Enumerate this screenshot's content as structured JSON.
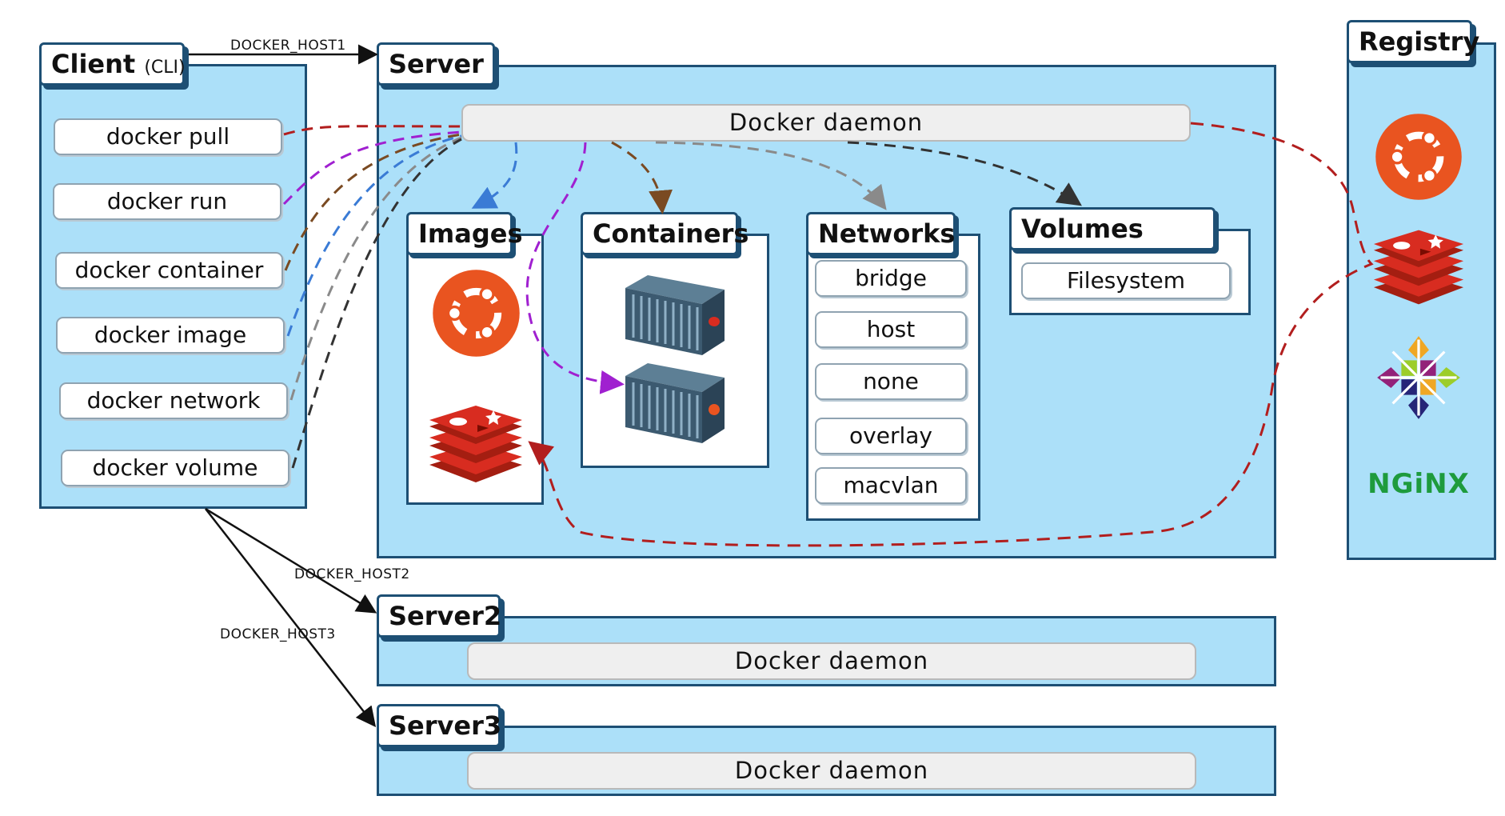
{
  "client": {
    "title": "Client",
    "subtitle": "(CLI)",
    "commands": [
      "docker pull",
      "docker run",
      "docker container",
      "docker image",
      "docker network",
      "docker volume"
    ]
  },
  "connections": {
    "host1": "DOCKER_HOST1",
    "host2": "DOCKER_HOST2",
    "host3": "DOCKER_HOST3"
  },
  "server": {
    "title": "Server",
    "daemon": "Docker daemon",
    "images": {
      "title": "Images",
      "icons": [
        "ubuntu-logo-icon",
        "redis-logo-icon"
      ]
    },
    "containers": {
      "title": "Containers",
      "icons": [
        "container-icon",
        "container-icon"
      ]
    },
    "networks": {
      "title": "Networks",
      "items": [
        "bridge",
        "host",
        "none",
        "overlay",
        "macvlan"
      ]
    },
    "volumes": {
      "title": "Volumes",
      "items": [
        "Filesystem"
      ]
    }
  },
  "server2": {
    "title": "Server2",
    "daemon": "Docker daemon"
  },
  "server3": {
    "title": "Server3",
    "daemon": "Docker daemon"
  },
  "registry": {
    "title": "Registry",
    "icons": [
      "ubuntu-logo-icon",
      "redis-logo-icon",
      "centos-logo-icon",
      "nginx-logo-icon"
    ],
    "nginx_text": "NGiNX"
  },
  "colors": {
    "panel": "#ace0f9",
    "border": "#1d4f74",
    "ubuntu": "#e95420",
    "redis": "#d82c20",
    "nginx": "#1e9b3d",
    "pull_arrow": "#b21e1e",
    "run_arrow": "#a020d0",
    "container_arrow": "#7a4a22",
    "image_arrow": "#3a7bd5",
    "network_arrow": "#8a8a8a",
    "volume_arrow": "#333333"
  }
}
